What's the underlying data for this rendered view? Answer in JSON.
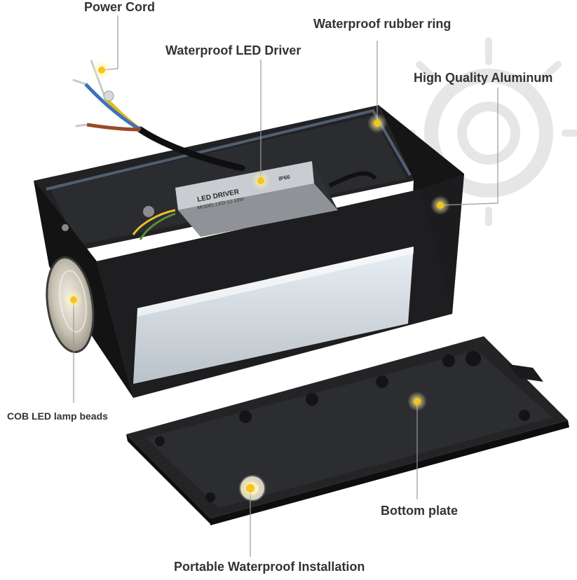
{
  "callouts": {
    "power_cord": "Power Cord",
    "waterproof_rubber_ring": "Waterproof rubber ring",
    "waterproof_led_driver": "Waterproof LED Driver",
    "high_quality_aluminum": "High Quality Aluminum",
    "cob_led_lamp_beads": "COB LED lamp beads",
    "bottom_plate": "Bottom plate",
    "portable_waterproof_installation": "Portable Waterproof Installation"
  },
  "driver": {
    "brand": "LED DRIVER",
    "model": "MODEL:LED-12-18W",
    "rating": "IP66"
  },
  "colors": {
    "housing": "#1d1d1f",
    "leader_line": "#9a9a9a",
    "marker": "#f5c518",
    "label_text": "#333333",
    "sun_watermark": "#e6e6e6"
  },
  "icons": [
    "sun-icon"
  ]
}
